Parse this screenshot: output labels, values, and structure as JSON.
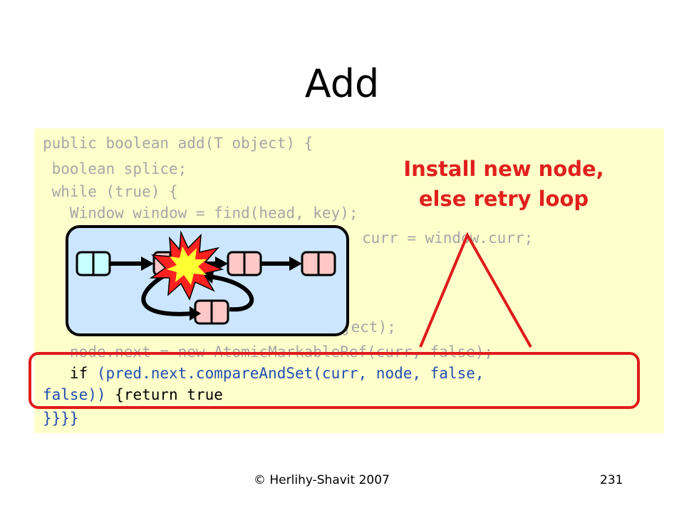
{
  "slide": {
    "title": "Add",
    "callout": {
      "line1": "Install new node,",
      "line2": "else retry loop"
    },
    "footer": {
      "copyright": "© Herlihy-Shavit 2007",
      "page_number": "231"
    }
  },
  "code": {
    "line1": "public boolean add(T object) {",
    "line2": " boolean splice;",
    "line3": " while (true) {",
    "line4": "   Window window = find(head, key);",
    "line5": "curr = window.curr;",
    "line7": "ject);",
    "line8": "   node.next = new AtomicMarkableRef(curr, false);",
    "line9_a": "   if ",
    "line9_b": "(pred.next.compareAndSet(curr, node, false,",
    "line10_a": "false))",
    "line10_b": " {return true",
    "line11": "}}}}"
  },
  "colors": {
    "accent_red": "#e0201d",
    "code_background": "#ffffcc",
    "diagram_background": "#cce6ff",
    "node_pink": "#ffc8c8",
    "node_cyan": "#c8ffff",
    "code_gray": "#a6a6a6",
    "code_blue": "#1f4fb0"
  },
  "diagram": {
    "nodes": [
      "head-node",
      "pred-node",
      "curr-node",
      "tail-node",
      "new-node"
    ],
    "conflict_icon": "explosion-icon"
  }
}
